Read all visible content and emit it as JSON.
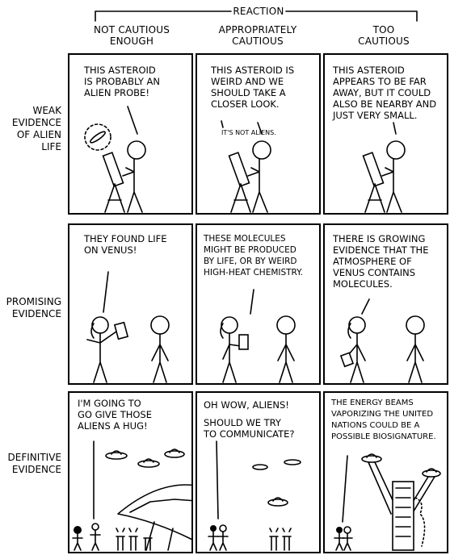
{
  "header": {
    "reaction": "REACTION",
    "columns": [
      {
        "line1": "NOT CAUTIOUS",
        "line2": "ENOUGH"
      },
      {
        "line1": "APPROPRIATELY",
        "line2": "CAUTIOUS"
      },
      {
        "line1": "TOO",
        "line2": "CAUTIOUS"
      }
    ]
  },
  "rows": [
    {
      "line1": "WEAK",
      "line2": "EVIDENCE",
      "line3": "OF ALIEN",
      "line4": "LIFE"
    },
    {
      "line1": "PROMISING",
      "line2": "EVIDENCE"
    },
    {
      "line1": "DEFINITIVE",
      "line2": "EVIDENCE"
    }
  ],
  "panels": {
    "p11": [
      "THIS ASTEROID",
      "IS PROBABLY AN",
      "ALIEN PROBE!"
    ],
    "p12": [
      "THIS ASTEROID IS",
      "WEIRD AND WE",
      "SHOULD TAKE A",
      "CLOSER LOOK."
    ],
    "p12_aside": "IT'S NOT ALIENS.",
    "p13": [
      "THIS ASTEROID",
      "APPEARS TO BE FAR",
      "AWAY, BUT IT COULD",
      "ALSO BE NEARBY AND",
      "JUST VERY SMALL."
    ],
    "p21": [
      "THEY FOUND LIFE",
      "ON VENUS!"
    ],
    "p22": [
      "THESE MOLECULES",
      "MIGHT BE PRODUCED",
      "BY LIFE, OR BY WEIRD",
      "HIGH-HEAT CHEMISTRY."
    ],
    "p23": [
      "THERE IS GROWING",
      "EVIDENCE THAT THE",
      "ATMOSPHERE OF",
      "VENUS CONTAINS",
      "MOLECULES."
    ],
    "p31": [
      "I'M GOING TO",
      "GO GIVE THOSE",
      "ALIENS A HUG!"
    ],
    "p32_a": "OH WOW, ALIENS!",
    "p32_b": [
      "SHOULD WE TRY",
      "TO COMMUNICATE?"
    ],
    "p33": [
      "THE ENERGY BEAMS",
      "VAPORIZING THE UNITED",
      "NATIONS COULD BE A",
      "POSSIBLE BIOSIGNATURE."
    ]
  }
}
